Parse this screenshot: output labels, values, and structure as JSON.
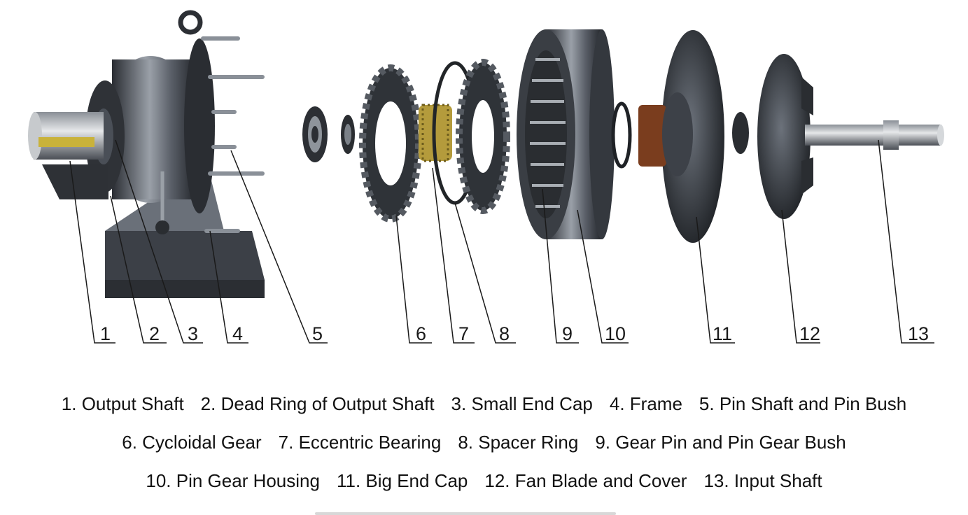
{
  "callout_numbers": [
    "1",
    "2",
    "3",
    "4",
    "5",
    "6",
    "7",
    "8",
    "9",
    "10",
    "11",
    "12",
    "13"
  ],
  "legend": {
    "row1": [
      "1. Output Shaft",
      "2. Dead Ring of Output Shaft",
      "3. Small End Cap",
      "4. Frame",
      "5. Pin Shaft and Pin Bush"
    ],
    "row2": [
      "6. Cycloidal Gear",
      "7. Eccentric Bearing",
      "8. Spacer Ring",
      "9. Gear Pin and Pin Gear Bush"
    ],
    "row3": [
      "10. Pin Gear Housing",
      "11. Big End Cap",
      "12. Fan Blade and Cover",
      "13. Input Shaft"
    ]
  }
}
